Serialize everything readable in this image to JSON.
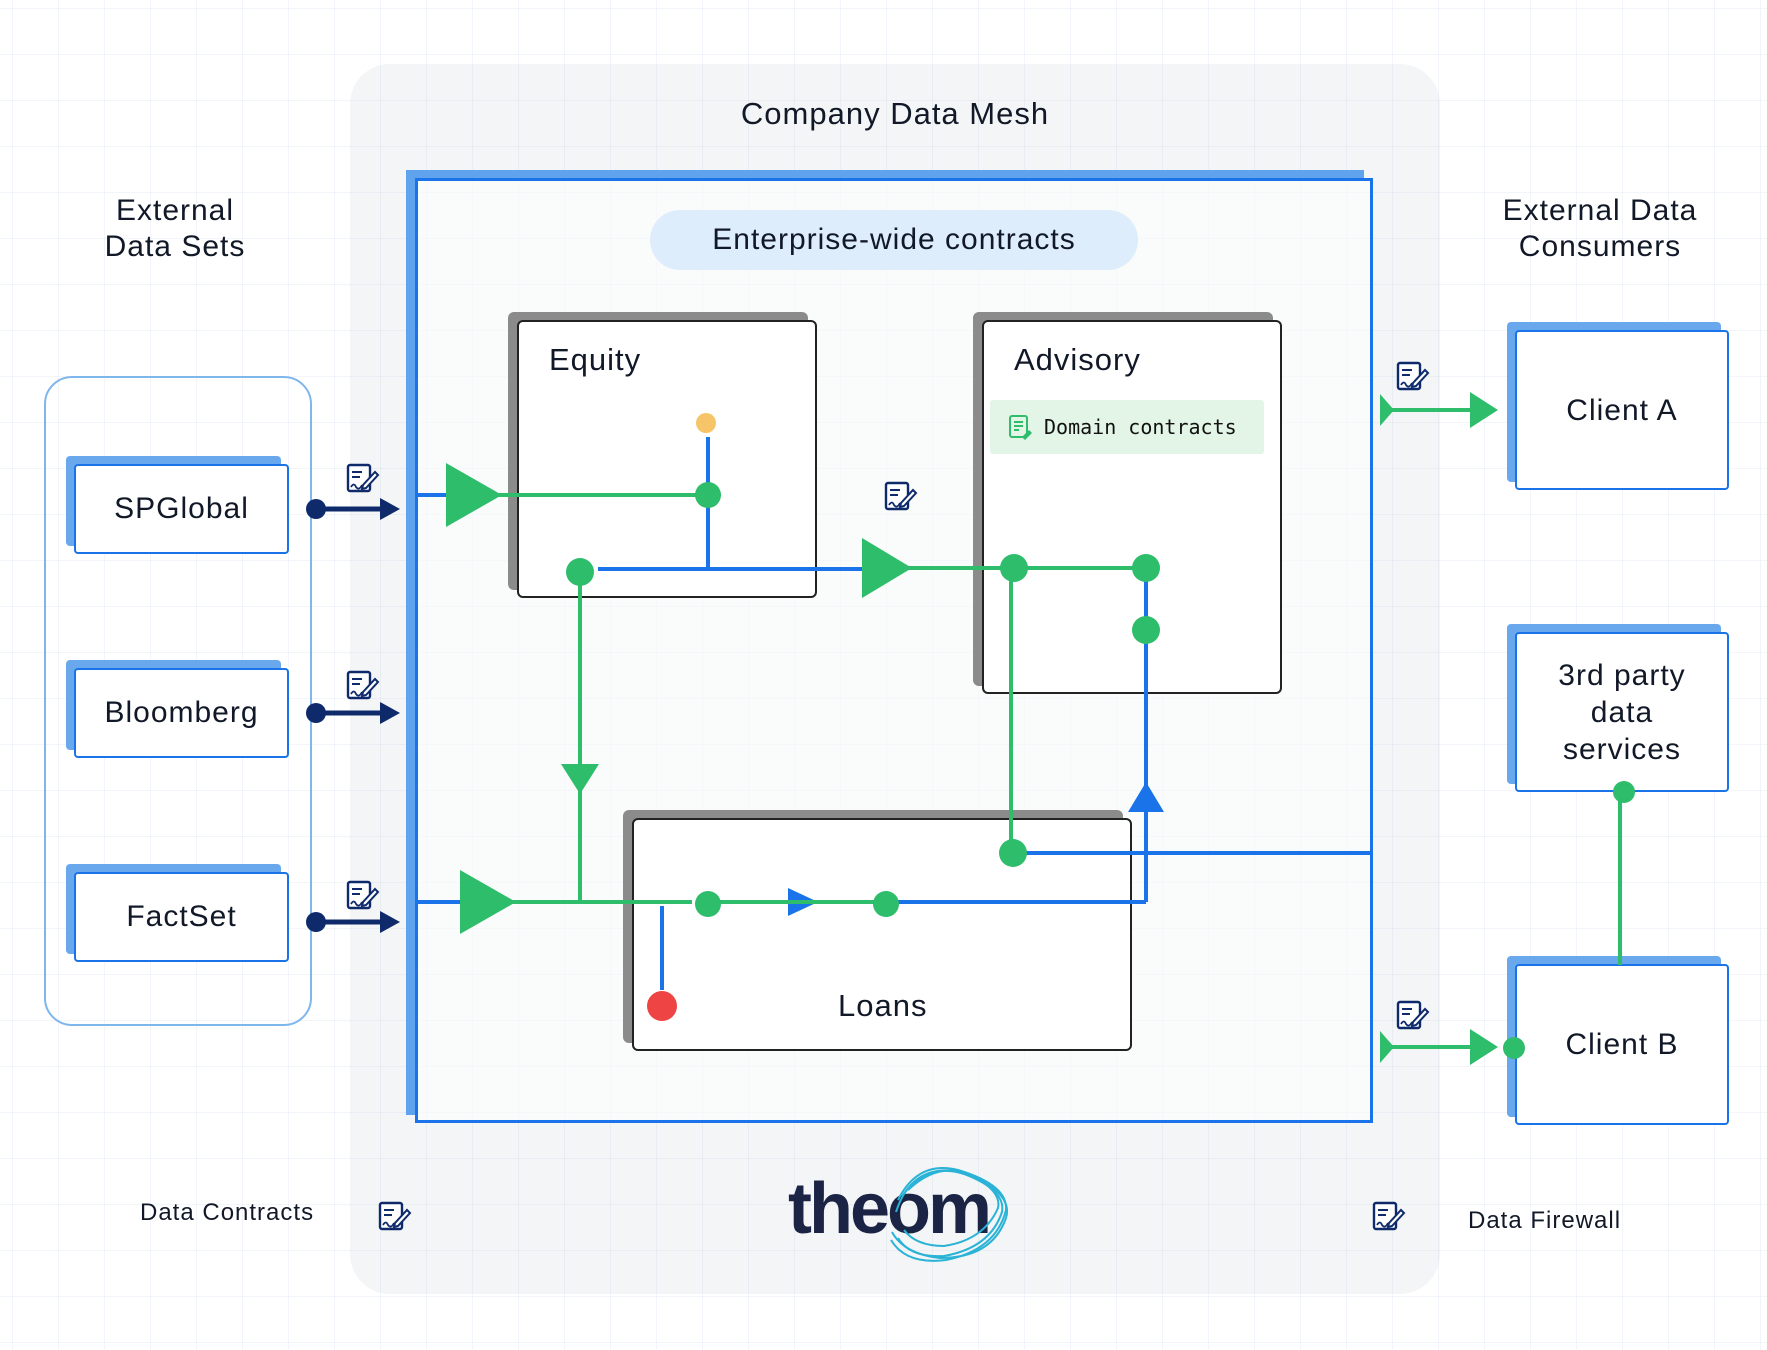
{
  "mesh": {
    "title": "Company Data Mesh"
  },
  "headings": {
    "external_sets_line1": "External",
    "external_sets_line2": "Data Sets",
    "external_consumers_line1": "External Data",
    "external_consumers_line2": "Consumers"
  },
  "sources": [
    {
      "label": "SPGlobal"
    },
    {
      "label": "Bloomberg"
    },
    {
      "label": "FactSet"
    }
  ],
  "enterprise_contracts": {
    "label": "Enterprise-wide contracts"
  },
  "domains": {
    "equity": "Equity",
    "advisory": "Advisory",
    "loans": "Loans",
    "domain_contracts": "Domain contracts"
  },
  "clients": {
    "client_a": "Client A",
    "third_party_line1": "3rd party",
    "third_party_line2": "data",
    "third_party_line3": "services",
    "client_b": "Client B"
  },
  "footer": {
    "data_contracts": "Data Contracts",
    "data_firewall": "Data Firewall",
    "logo": "theom"
  },
  "colors": {
    "blue": "#1a73e8",
    "green": "#2ebd6b",
    "navy": "#0e2a6b",
    "red": "#ee4444",
    "amber": "#f6c567",
    "mesh_bg": "#f4f5f6",
    "pill_bg": "#deedfb",
    "badge_bg": "#e3f5e6"
  },
  "icons": [
    "contract-icon",
    "theom-logo-icon"
  ]
}
